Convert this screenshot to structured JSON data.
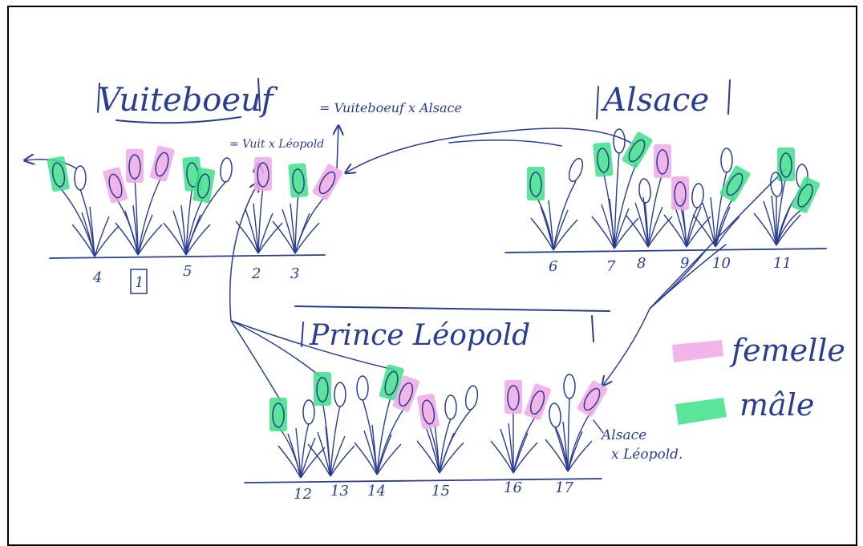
{
  "groups": [
    {
      "title": "Vuiteboeuf",
      "plant_numbers": [
        "4",
        "1",
        "5",
        "2",
        "3"
      ]
    },
    {
      "title": "Alsace",
      "plant_numbers": [
        "6",
        "7",
        "8",
        "9",
        "10",
        "11"
      ]
    },
    {
      "title": "Prince Léopold",
      "plant_numbers": [
        "12",
        "13",
        "14",
        "15",
        "16",
        "17"
      ]
    }
  ],
  "annotations": {
    "cross_vuit_alsace": "= Vuiteboeuf x Alsace",
    "cross_vuit_leopold": "= Vuit x Léopold",
    "cross_alsace_leopold_1": "Alsace",
    "cross_alsace_leopold_2": "x Léopold."
  },
  "legend": {
    "female_label": "femelle",
    "female_color": "#f0a8e6",
    "male_label": "mâle",
    "male_color": "#3ee08a"
  },
  "colors": {
    "ink": "#2a3d8f",
    "border": "#000000"
  }
}
